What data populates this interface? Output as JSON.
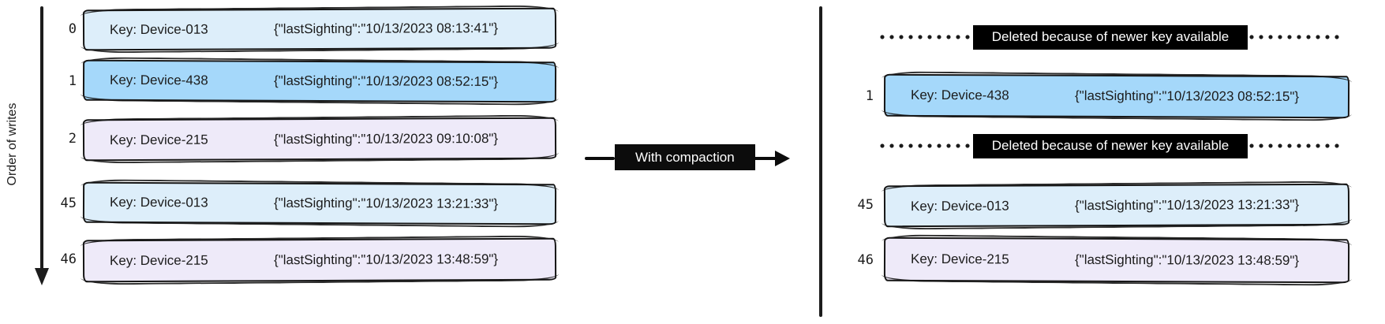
{
  "colors": {
    "record_light_blue": "#ddeefa",
    "record_blue": "#a5d8fa",
    "record_lavender": "#eeeaf9",
    "stroke": "#161616",
    "badge_bg": "#000000",
    "badge_text": "#ffffff"
  },
  "left_panel": {
    "axis_label": "Order of writes",
    "rows": [
      {
        "order": "0",
        "key": "Key: Device-013",
        "value": "{\"lastSighting\":\"10/13/2023 08:13:41\"}",
        "color": "light_blue"
      },
      {
        "order": "1",
        "key": "Key: Device-438",
        "value": "{\"lastSighting\":\"10/13/2023 08:52:15\"}",
        "color": "blue"
      },
      {
        "order": "2",
        "key": "Key: Device-215",
        "value": "{\"lastSighting\":\"10/13/2023 09:10:08\"}",
        "color": "lavender"
      },
      {
        "order": "45",
        "key": "Key: Device-013",
        "value": "{\"lastSighting\":\"10/13/2023 13:21:33\"}",
        "color": "light_blue"
      },
      {
        "order": "46",
        "key": "Key: Device-215",
        "value": "{\"lastSighting\":\"10/13/2023 13:48:59\"}",
        "color": "lavender"
      }
    ]
  },
  "transition": {
    "label": "With compaction"
  },
  "right_panel": {
    "rows": [
      {
        "type": "deleted",
        "label": "Deleted because of newer key available"
      },
      {
        "type": "record",
        "order": "1",
        "key": "Key: Device-438",
        "value": "{\"lastSighting\":\"10/13/2023 08:52:15\"}",
        "color": "blue"
      },
      {
        "type": "deleted",
        "label": "Deleted because of newer key available"
      },
      {
        "type": "record",
        "order": "45",
        "key": "Key: Device-013",
        "value": "{\"lastSighting\":\"10/13/2023 13:21:33\"}",
        "color": "light_blue"
      },
      {
        "type": "record",
        "order": "46",
        "key": "Key: Device-215",
        "value": "{\"lastSighting\":\"10/13/2023 13:48:59\"}",
        "color": "lavender"
      }
    ]
  }
}
